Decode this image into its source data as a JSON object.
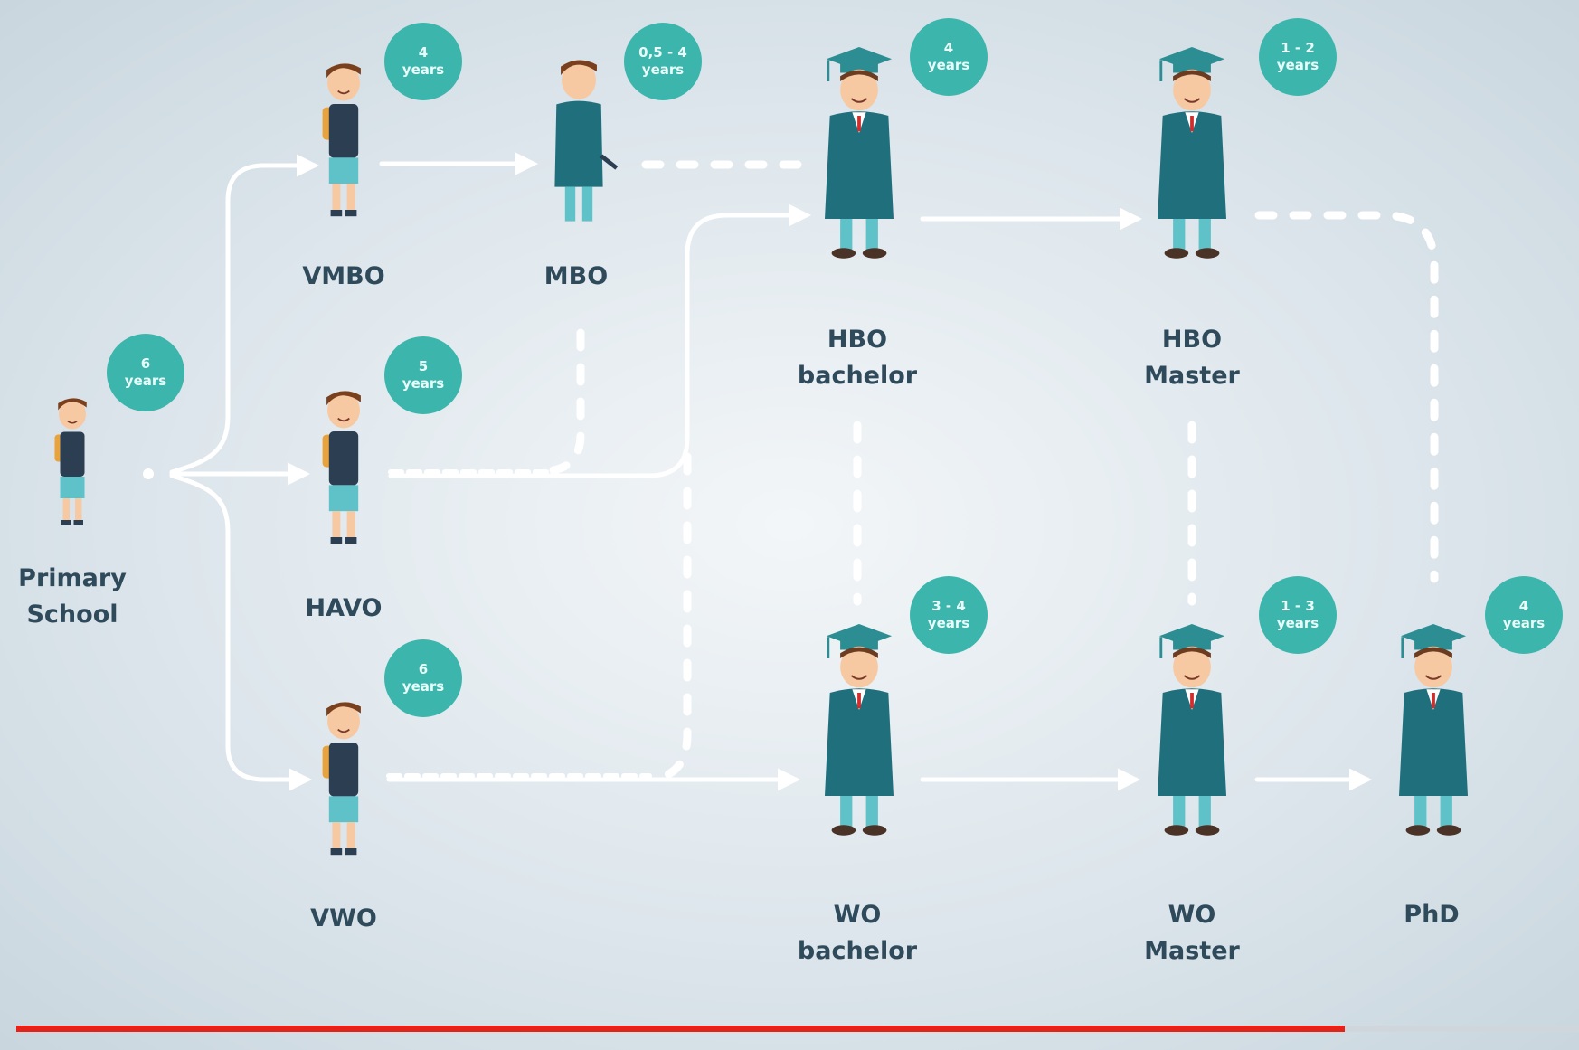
{
  "nodes": {
    "primary": {
      "lines": [
        "Primary",
        "School"
      ],
      "duration": [
        "6",
        "years"
      ]
    },
    "vmbo": {
      "lines": [
        "VMBO"
      ],
      "duration": [
        "4",
        "years"
      ]
    },
    "mbo": {
      "lines": [
        "MBO"
      ],
      "duration": [
        "0,5 - 4",
        "years"
      ]
    },
    "havo": {
      "lines": [
        "HAVO"
      ],
      "duration": [
        "5",
        "years"
      ]
    },
    "vwo": {
      "lines": [
        "VWO"
      ],
      "duration": [
        "6",
        "years"
      ]
    },
    "hbo_bachelor": {
      "lines": [
        "HBO",
        "bachelor"
      ],
      "duration": [
        "4",
        "years"
      ]
    },
    "hbo_master": {
      "lines": [
        "HBO",
        "Master"
      ],
      "duration": [
        "1 - 2",
        "years"
      ]
    },
    "wo_bachelor": {
      "lines": [
        "WO",
        "bachelor"
      ],
      "duration": [
        "3 - 4",
        "years"
      ]
    },
    "wo_master": {
      "lines": [
        "WO",
        "Master"
      ],
      "duration": [
        "1 - 3",
        "years"
      ]
    },
    "phd": {
      "lines": [
        "PhD"
      ],
      "duration": [
        "4",
        "years"
      ]
    }
  },
  "connections": [
    {
      "from": "primary",
      "to": "vmbo",
      "style": "solid"
    },
    {
      "from": "primary",
      "to": "havo",
      "style": "solid"
    },
    {
      "from": "primary",
      "to": "vwo",
      "style": "solid"
    },
    {
      "from": "vmbo",
      "to": "mbo",
      "style": "solid"
    },
    {
      "from": "mbo",
      "to": "hbo_bachelor",
      "style": "dashed"
    },
    {
      "from": "mbo",
      "to": "havo",
      "style": "dashed"
    },
    {
      "from": "havo",
      "to": "hbo_bachelor",
      "style": "solid"
    },
    {
      "from": "havo",
      "to": "hbo_bachelor",
      "style": "dashed"
    },
    {
      "from": "vwo",
      "to": "havo",
      "style": "dashed"
    },
    {
      "from": "vwo",
      "to": "wo_bachelor",
      "style": "solid"
    },
    {
      "from": "hbo_bachelor",
      "to": "hbo_master",
      "style": "solid"
    },
    {
      "from": "hbo_bachelor",
      "to": "wo_bachelor",
      "style": "dashed"
    },
    {
      "from": "hbo_master",
      "to": "wo_master",
      "style": "dashed"
    },
    {
      "from": "hbo_master",
      "to": "phd",
      "style": "dashed"
    },
    {
      "from": "wo_bachelor",
      "to": "wo_master",
      "style": "solid"
    },
    {
      "from": "wo_master",
      "to": "phd",
      "style": "solid"
    }
  ],
  "colors": {
    "teal_badge": "#3cb6ad",
    "gown": "#1f6f7c",
    "label": "#2f4a5b",
    "connector": "#ffffff",
    "progress": "#e62117"
  },
  "video_progress": {
    "fraction": 0.85
  }
}
